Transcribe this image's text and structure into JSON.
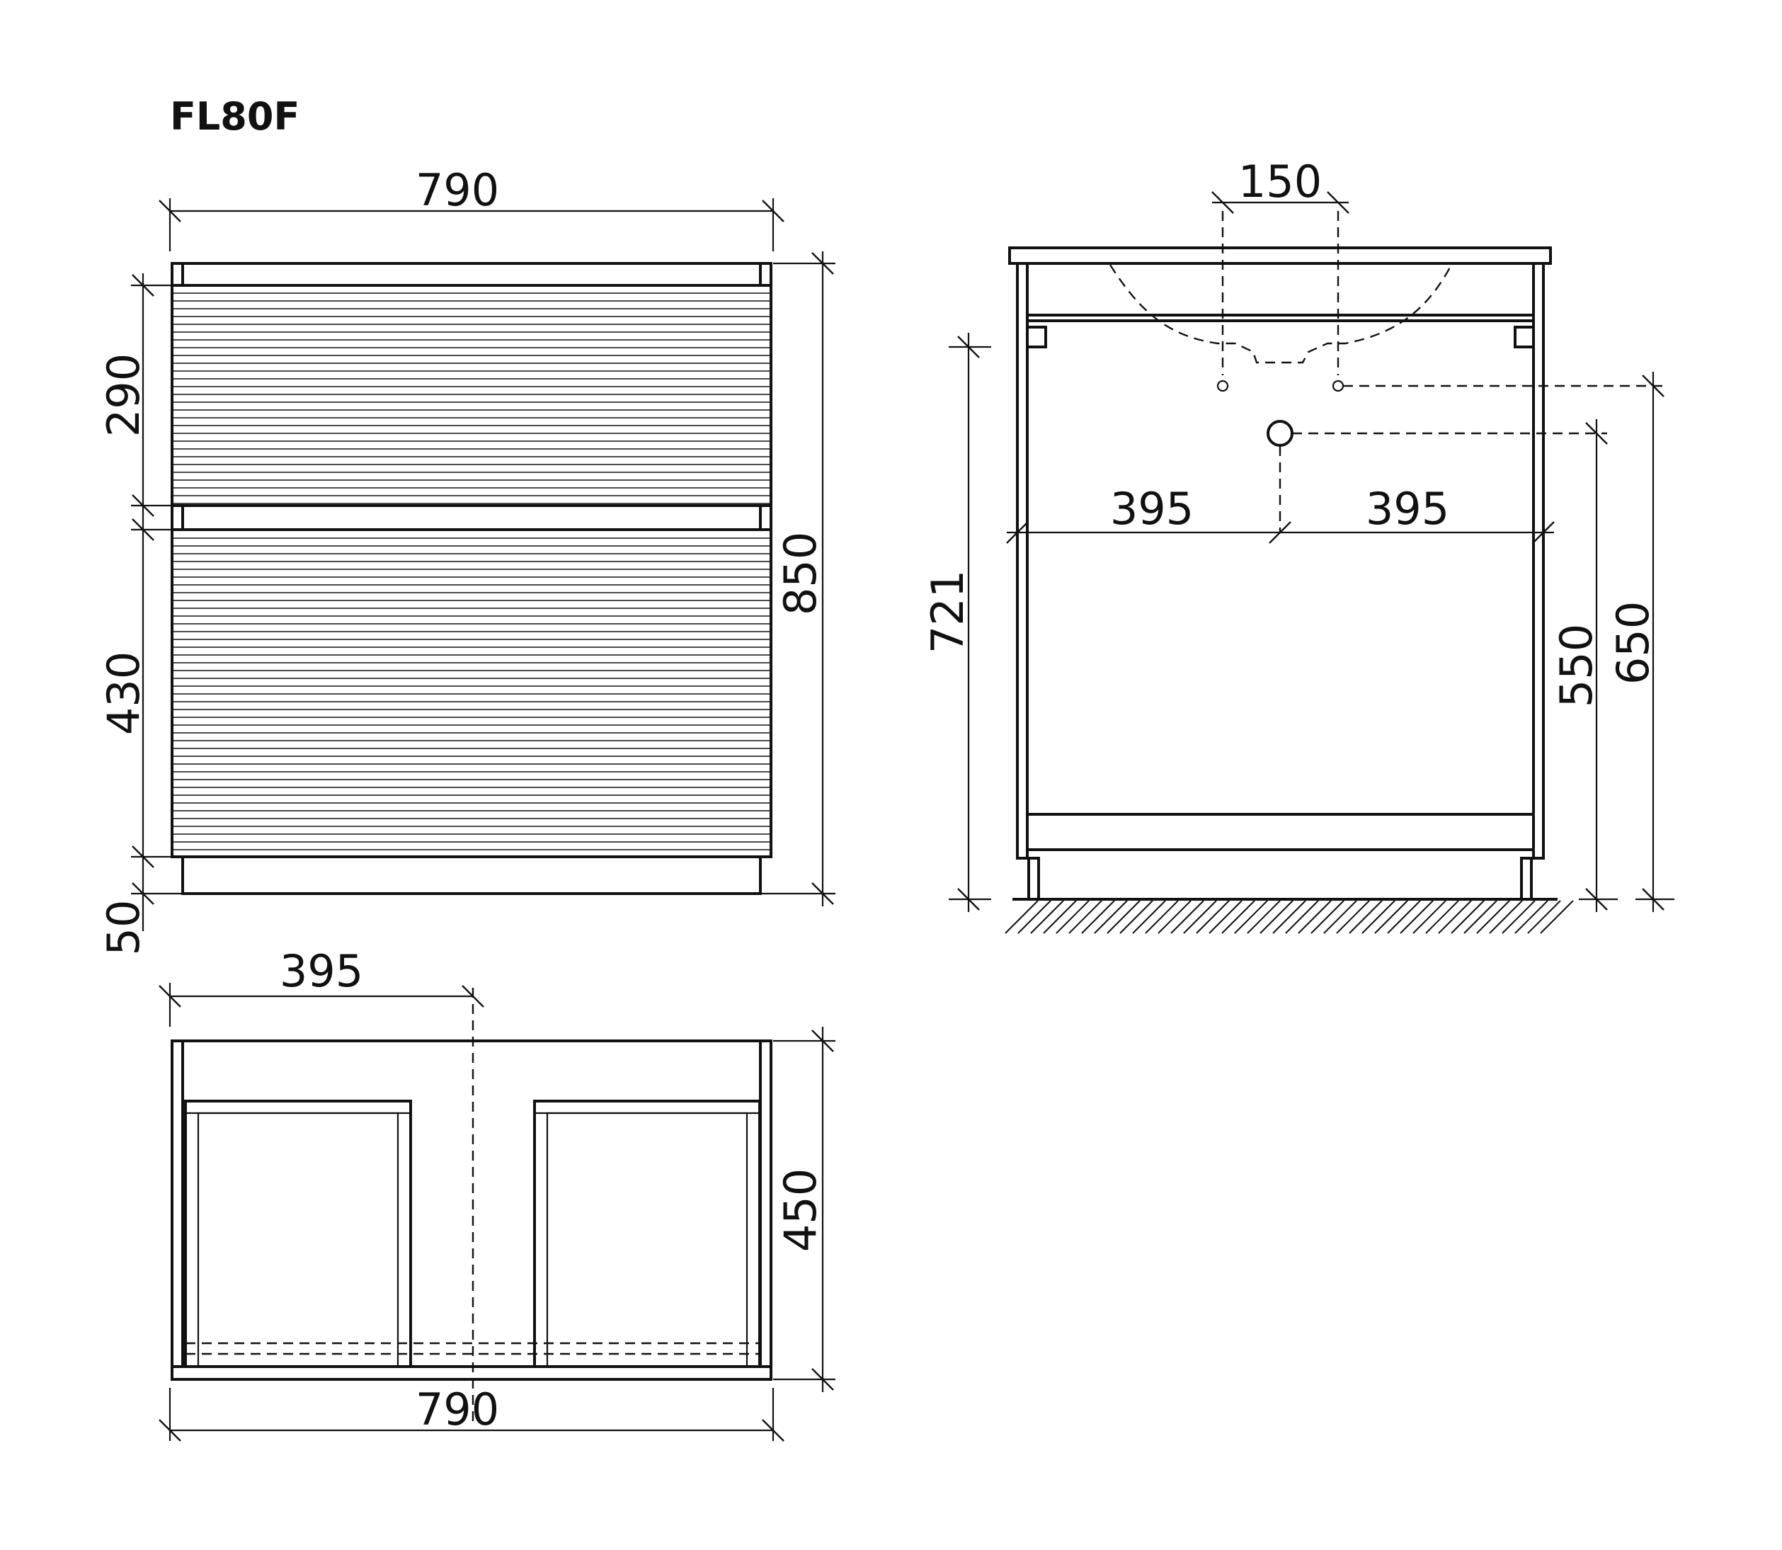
{
  "title": "FL80F",
  "front": {
    "width_top": "790",
    "drawer_top": "290",
    "drawer_bottom": "430",
    "plinth": "50",
    "height": "850"
  },
  "side": {
    "tap_spacing": "150",
    "half_left": "395",
    "half_right": "395",
    "height_721": "721",
    "height_550": "550",
    "height_650": "650"
  },
  "plan": {
    "half": "395",
    "depth": "450",
    "width_bottom": "790"
  },
  "colors": {
    "line": "#111111",
    "background": "#ffffff"
  }
}
